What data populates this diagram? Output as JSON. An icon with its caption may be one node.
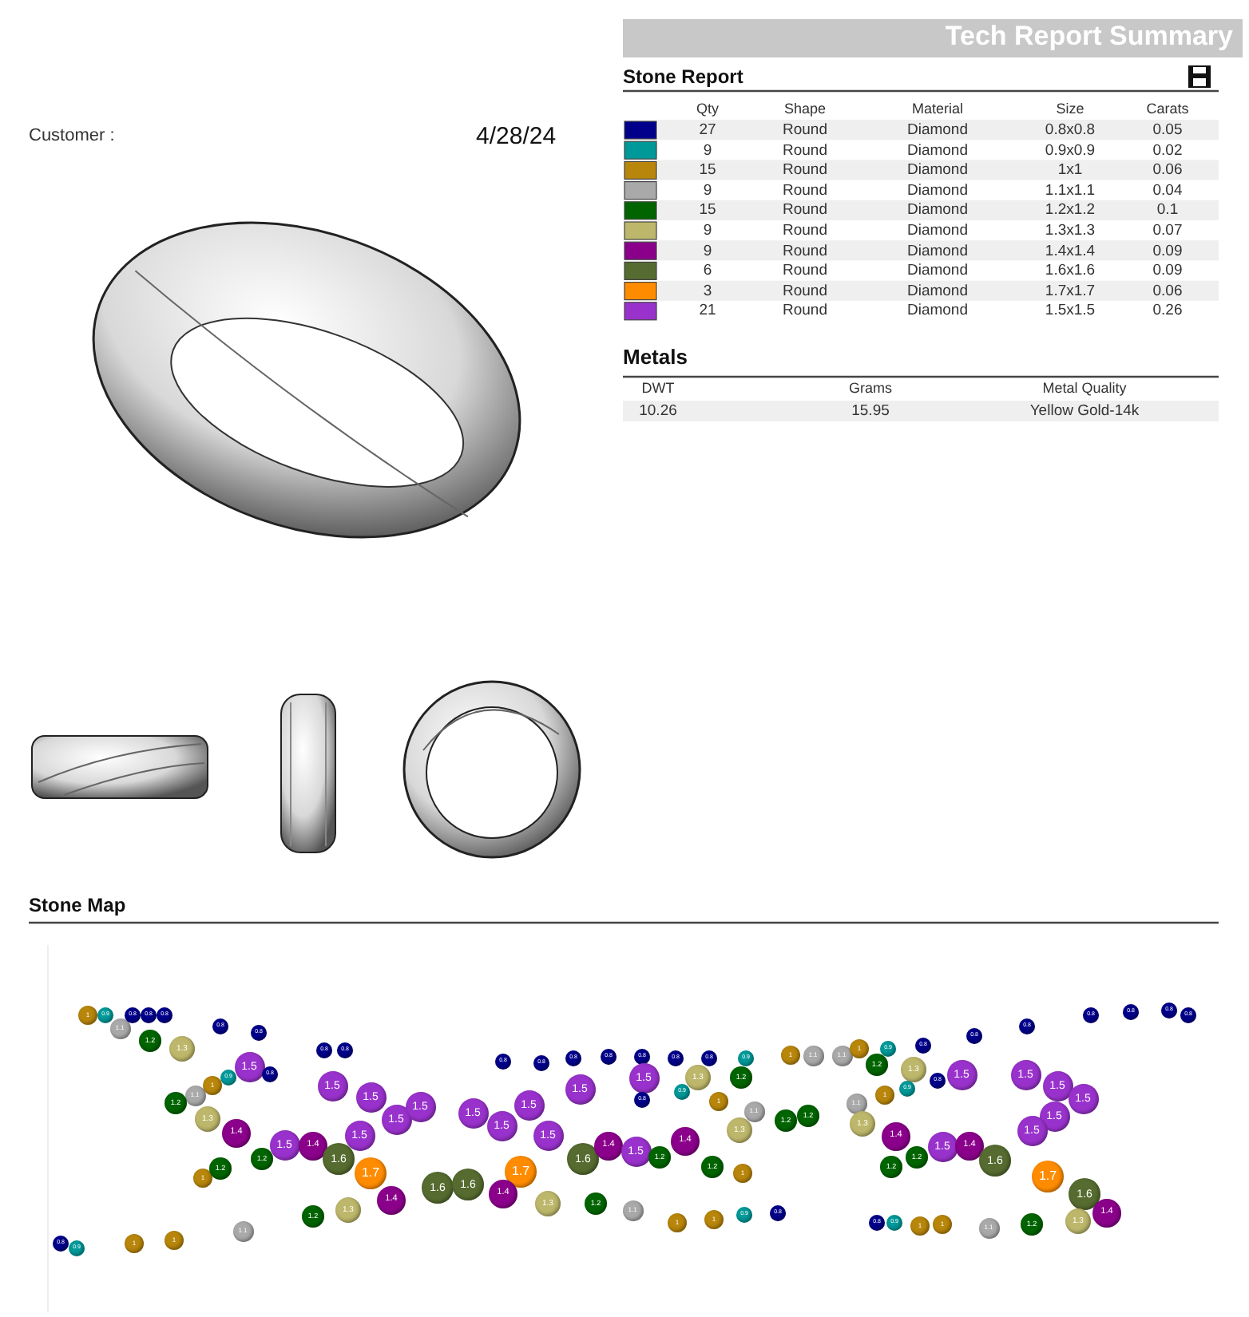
{
  "diagram": {
    "title": "Tech Report Summary",
    "labels": [
      "Customer :",
      "4/28/24",
      "Stone Report",
      "Qty",
      "Shape",
      "Material",
      "Size",
      "Carats",
      "27",
      "Round",
      "Diamond",
      "0.8x0.8",
      "0.05",
      "9",
      "Round",
      "Diamond",
      "0.9x0.9",
      "0.02",
      "15",
      "Round",
      "Diamond",
      "1x1",
      "0.06",
      "9",
      "Round",
      "Diamond",
      "1.1x1.1",
      "0.04",
      "15",
      "Round",
      "Diamond",
      "1.2x1.2",
      "0.1",
      "9",
      "Round",
      "Diamond",
      "1.3x1.3",
      "0.07",
      "9",
      "Round",
      "Diamond",
      "1.4x1.4",
      "0.09",
      "6",
      "Round",
      "Diamond",
      "1.6x1.6",
      "0.09",
      "3",
      "Round",
      "Diamond",
      "1.7x1.7",
      "0.06",
      "21",
      "Round",
      "Diamond",
      "1.5x1.5",
      "0.26",
      "Metals",
      "DWT",
      "Grams",
      "Metal Quality",
      "10.26",
      "15.95",
      "Yellow Gold-14k",
      "Stone Map"
    ],
    "nodes": [
      {
        "text": [
          "1"
        ]
      },
      {
        "text": [
          "0.9"
        ]
      },
      {
        "text": [
          "1.1"
        ]
      },
      {
        "text": [
          "0.8"
        ]
      },
      {
        "text": [
          "0.8"
        ]
      },
      {
        "text": [
          "0.8"
        ]
      },
      {
        "text": [
          "0.8"
        ]
      },
      {
        "text": [
          "0.8"
        ]
      },
      {
        "text": [
          "1.2"
        ]
      },
      {
        "text": [
          "1.3"
        ]
      },
      {
        "text": [
          "1.5"
        ]
      },
      {
        "text": [
          "0.8"
        ]
      },
      {
        "text": [
          "0.9"
        ]
      },
      {
        "text": [
          "1"
        ]
      },
      {
        "text": [
          "1.1"
        ]
      },
      {
        "text": [
          "1.2"
        ]
      },
      {
        "text": [
          "1.3"
        ]
      },
      {
        "text": [
          "0.8"
        ]
      },
      {
        "text": [
          "0.8"
        ]
      },
      {
        "text": [
          "1.5"
        ]
      },
      {
        "text": [
          "1.5"
        ]
      },
      {
        "text": [
          "1.5"
        ]
      },
      {
        "text": [
          "1.5"
        ]
      },
      {
        "text": [
          "1.5"
        ]
      },
      {
        "text": [
          "1.4"
        ]
      },
      {
        "text": [
          "1.2"
        ]
      },
      {
        "text": [
          "1.5"
        ]
      },
      {
        "text": [
          "1.4"
        ]
      },
      {
        "text": [
          "1.6"
        ]
      },
      {
        "text": [
          "1.7"
        ]
      },
      {
        "text": [
          "1.4"
        ]
      },
      {
        "text": [
          "1.3"
        ]
      },
      {
        "text": [
          "1.2"
        ]
      },
      {
        "text": [
          "1"
        ]
      },
      {
        "text": [
          "1.2"
        ]
      },
      {
        "text": [
          "1.1"
        ]
      },
      {
        "text": [
          "1"
        ]
      },
      {
        "text": [
          "1"
        ]
      },
      {
        "text": [
          "0.8"
        ]
      },
      {
        "text": [
          "0.9"
        ]
      },
      {
        "text": [
          "1.6"
        ]
      },
      {
        "text": [
          "1.6"
        ]
      },
      {
        "text": [
          "0.8"
        ]
      },
      {
        "text": [
          "0.8"
        ]
      },
      {
        "text": [
          "0.8"
        ]
      },
      {
        "text": [
          "0.8"
        ]
      },
      {
        "text": [
          "0.8"
        ]
      },
      {
        "text": [
          "0.8"
        ]
      },
      {
        "text": [
          "0.8"
        ]
      },
      {
        "text": [
          "0.9"
        ]
      },
      {
        "text": [
          "1"
        ]
      },
      {
        "text": [
          "1.1"
        ]
      },
      {
        "text": [
          "1.5"
        ]
      },
      {
        "text": [
          "0.8"
        ]
      },
      {
        "text": [
          "1.3"
        ]
      },
      {
        "text": [
          "1.2"
        ]
      },
      {
        "text": [
          "0.9"
        ]
      },
      {
        "text": [
          "1"
        ]
      },
      {
        "text": [
          "1.1"
        ]
      },
      {
        "text": [
          "1.2"
        ]
      },
      {
        "text": [
          "1.2"
        ]
      },
      {
        "text": [
          "1.3"
        ]
      },
      {
        "text": [
          "1.5"
        ]
      },
      {
        "text": [
          "1.5"
        ]
      },
      {
        "text": [
          "1.5"
        ]
      },
      {
        "text": [
          "1.5"
        ]
      },
      {
        "text": [
          "1.5"
        ]
      },
      {
        "text": [
          "1.6"
        ]
      },
      {
        "text": [
          "1.4"
        ]
      },
      {
        "text": [
          "1.5"
        ]
      },
      {
        "text": [
          "1.2"
        ]
      },
      {
        "text": [
          "1.4"
        ]
      },
      {
        "text": [
          "1.2"
        ]
      },
      {
        "text": [
          "1"
        ]
      },
      {
        "text": [
          "1.7"
        ]
      },
      {
        "text": [
          "1.4"
        ]
      },
      {
        "text": [
          "1.3"
        ]
      },
      {
        "text": [
          "1.2"
        ]
      },
      {
        "text": [
          "1.1"
        ]
      },
      {
        "text": [
          "1"
        ]
      },
      {
        "text": [
          "1"
        ]
      },
      {
        "text": [
          "0.9"
        ]
      },
      {
        "text": [
          "0.8"
        ]
      },
      {
        "text": [
          "0.8"
        ]
      },
      {
        "text": [
          "0.8"
        ]
      },
      {
        "text": [
          "0.8"
        ]
      },
      {
        "text": [
          "0.8"
        ]
      },
      {
        "text": [
          "0.8"
        ]
      },
      {
        "text": [
          "0.8"
        ]
      },
      {
        "text": [
          "0.8"
        ]
      },
      {
        "text": [
          "1.1"
        ]
      },
      {
        "text": [
          "1"
        ]
      },
      {
        "text": [
          "0.9"
        ]
      },
      {
        "text": [
          "1.2"
        ]
      },
      {
        "text": [
          "1.3"
        ]
      },
      {
        "text": [
          "0.8"
        ]
      },
      {
        "text": [
          "1.5"
        ]
      },
      {
        "text": [
          "0.9"
        ]
      },
      {
        "text": [
          "1"
        ]
      },
      {
        "text": [
          "1.1"
        ]
      },
      {
        "text": [
          "1.3"
        ]
      },
      {
        "text": [
          "1.4"
        ]
      },
      {
        "text": [
          "1.2"
        ]
      },
      {
        "text": [
          "1.2"
        ]
      },
      {
        "text": [
          "1.5"
        ]
      },
      {
        "text": [
          "1.4"
        ]
      },
      {
        "text": [
          "1.6"
        ]
      },
      {
        "text": [
          "1.5"
        ]
      },
      {
        "text": [
          "1.5"
        ]
      },
      {
        "text": [
          "1.5"
        ]
      },
      {
        "text": [
          "1.5"
        ]
      },
      {
        "text": [
          "1.5"
        ]
      },
      {
        "text": [
          "1.7"
        ]
      },
      {
        "text": [
          "1.6"
        ]
      },
      {
        "text": [
          "1.4"
        ]
      },
      {
        "text": [
          "1.3"
        ]
      },
      {
        "text": [
          "1.2"
        ]
      },
      {
        "text": [
          "1.1"
        ]
      },
      {
        "text": [
          "1"
        ]
      },
      {
        "text": [
          "1"
        ]
      },
      {
        "text": [
          "0.9"
        ]
      },
      {
        "text": [
          "0.8"
        ]
      }
    ]
  }
}
